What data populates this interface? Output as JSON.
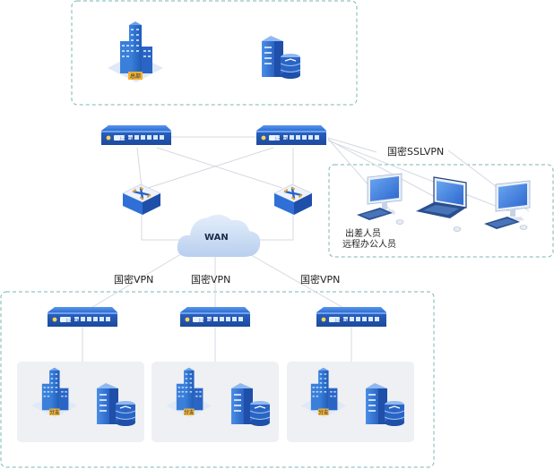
{
  "labels": {
    "wan": "WAN",
    "sslvpn": "国密SSLVPN",
    "vpn_left": "国密VPN",
    "vpn_mid": "国密VPN",
    "vpn_right": "国密VPN",
    "remote_line1": "出差人员",
    "remote_line2": "远程办公人员"
  },
  "building_signs": {
    "hq": "总部",
    "branch_1": "分支",
    "branch_2": "分支",
    "branch_3": "分支"
  },
  "device_logo_text": "上元信安",
  "colors": {
    "frame_dash": "#6fb0b0",
    "device_blue": "#2f6fd6",
    "device_dark": "#1f4fa8",
    "line_gray": "#d4d9e0",
    "branch_bg": "#eef0f3",
    "cloud": "#cfe0f5"
  }
}
